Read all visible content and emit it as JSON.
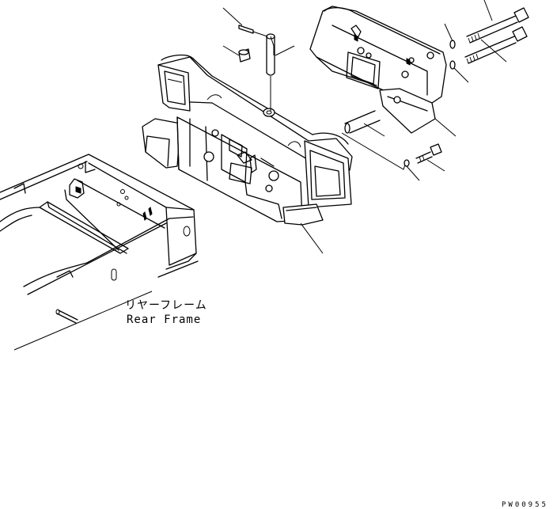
{
  "labels": {
    "frame_label_jp": "リヤーフレーム",
    "frame_label_en": "Rear Frame",
    "drawing_code": "PW00955"
  }
}
